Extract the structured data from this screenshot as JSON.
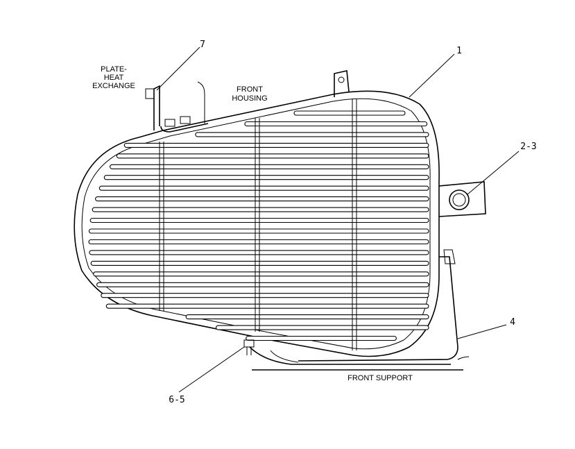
{
  "labels": {
    "plate_heat_exchange": [
      "PLATE-",
      "HEAT",
      "EXCHANGE"
    ],
    "front_housing": [
      "FRONT",
      "HOUSING"
    ],
    "front_support": "FRONT SUPPORT"
  },
  "callouts": {
    "c7": "7",
    "c1": "1",
    "c23": "2-3",
    "c4": "4",
    "c65": "6-5"
  }
}
